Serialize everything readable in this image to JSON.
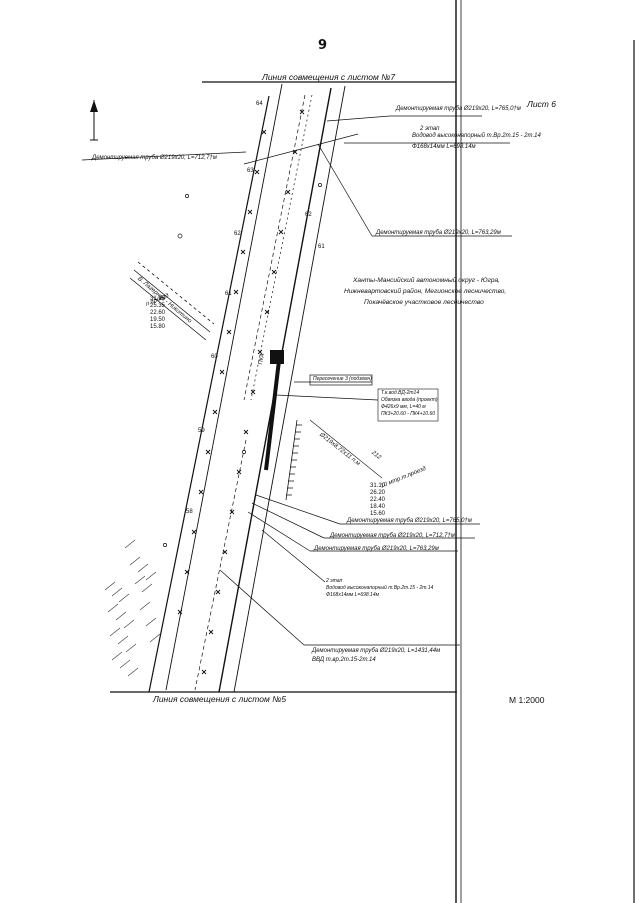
{
  "page": {
    "number": "9",
    "sheet": "Лист 6",
    "scale": "М 1:2000"
  },
  "headers": {
    "top": "Линия совмещения с листом №7",
    "bottom": "Линия совмещения с листом №5"
  },
  "region": {
    "line1": "Ханты-Мансийский автономный округ - Югра,",
    "line2": "Нижневартовский район, Мегионское лесничество,",
    "line3": "Покачёвское участковое лесничество"
  },
  "labels": {
    "pipe_765": "Демонтируемая труба Ø219х20, L=765,0†м",
    "pipe_712_left": "Демонтируемая труба Ø219х20, L=712,7†м",
    "stage2_title": "2 этап",
    "stage2_line1": "Водовод высоконапорный т.Вр.2т.15 - 2т.14",
    "stage2_line2": "Ф168х14мм L=698.14м",
    "pipe_763_upper": "Демонтируемая труба Ø219х20, L=763,29м",
    "pipe_765_lower": "Демонтируемая труба Ø219х20, L=765,0†м",
    "pipe_712_lower": "Демонтируемая труба Ø219х20, L=712,7†м",
    "pipe_763_lower": "Демонтируемая труба Ø219х20, L=763,29м",
    "stage2_small_title": "2 этап",
    "stage2_small_1": "Водовод высоконапорный т.Вр.2т.15 - 2т.14",
    "stage2_small_2": "Ф168х14мм L=698.14м",
    "pipe_1431": "Демонтируемая труба Ø219х20, L=1431,44м",
    "vvd": "ВВД т.вр.2т.15-2т.14",
    "crossing_box": "Пересечение 3 (подземн)",
    "callout_title": "Т.к.вод.ВД-2т14",
    "callout_2": "Обвязка ввода (проект)",
    "callout_3": "Ф426х9 мм, L=40 м",
    "callout_4": "ПК3+20.60 - ПК4+10.60",
    "dim_diag": "Ø219х8,72х11 п.м",
    "dim_small": "212",
    "road": "В. Лагерная - Никитино",
    "road_right": "10 мтр.т.проезд",
    "road_left": "л.проезд"
  },
  "markers": {
    "km_64": "64",
    "km_63": "63",
    "km_62": "62",
    "km_61": "61",
    "km_60": "60",
    "km_59": "59",
    "km_58": "58",
    "km_61r": "61",
    "km_62r": "62",
    "pk_label": "ПК4"
  },
  "tables": {
    "left": [
      "31.25",
      "25.35",
      "22.60",
      "19.50",
      "15.80"
    ],
    "right": [
      "31.10",
      "26.20",
      "22.40",
      "18.40",
      "15.60"
    ]
  }
}
